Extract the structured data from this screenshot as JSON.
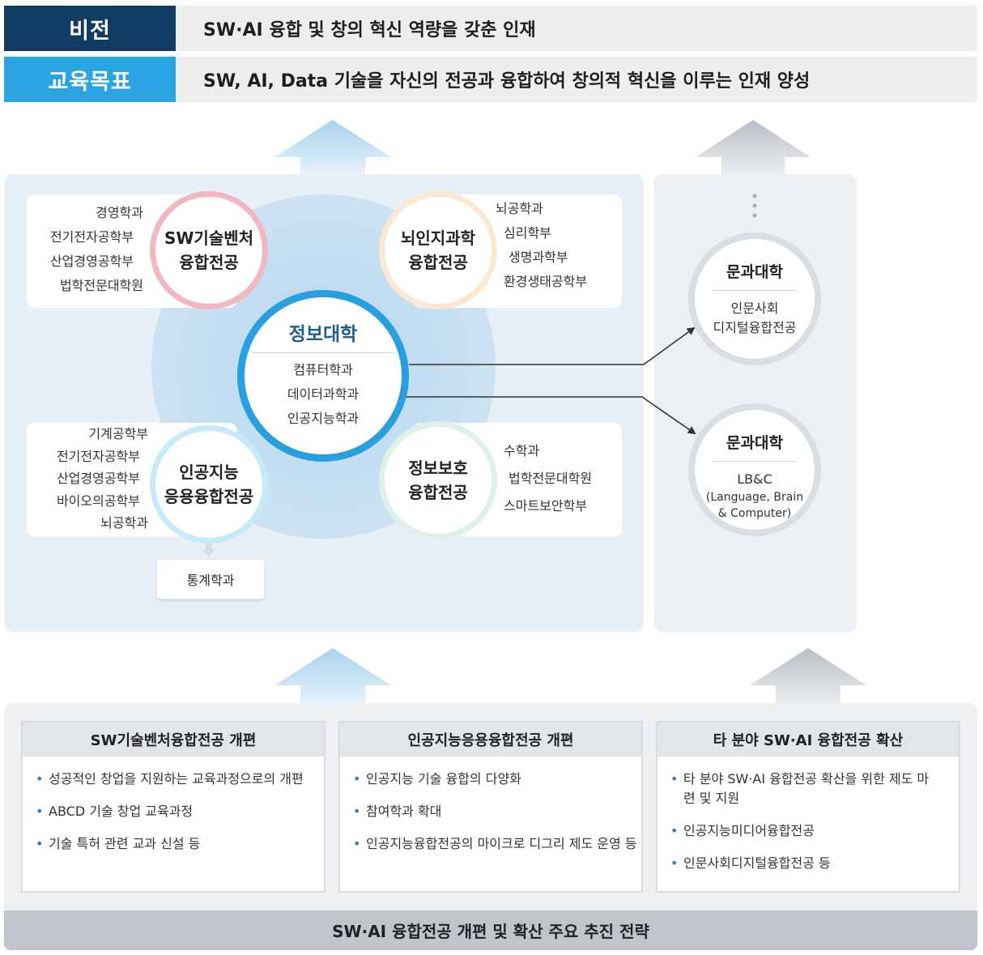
{
  "vision": {
    "tag": "비전",
    "text": "SW·AI 융합 및  창의 혁신 역량을 갖춘 인재"
  },
  "goal": {
    "tag": "교육목표",
    "text": "SW, AI, Data 기술을 자신의 전공과 융합하여 창의적 혁신을 이루는 인재 양성"
  },
  "center": {
    "title": "정보대학",
    "items": [
      "컴퓨터학과",
      "데이터과학과",
      "인공지능학과"
    ]
  },
  "sw_venture": {
    "line1": "SW기술벤처",
    "line2": "융합전공",
    "departments": [
      "경영학과",
      "전기전자공학부",
      "산업경영공학부",
      "법학전문대학원"
    ]
  },
  "brain": {
    "line1": "뇌인지과학",
    "line2": "융합전공",
    "departments": [
      "뇌공학과",
      "심리학부",
      "생명과학부",
      "환경생태공학부"
    ]
  },
  "ai_applied": {
    "line1": "인공지능",
    "line2": "응용융합전공",
    "departments": [
      "기계공학부",
      "전기전자공학부",
      "산업경영공학부",
      "바이오의공학부",
      "뇌공학과"
    ]
  },
  "security": {
    "line1": "정보보호",
    "line2": "융합전공",
    "departments": [
      "수학과",
      "법학전문대학원",
      "스마트보안학부"
    ]
  },
  "statistics": "통계학과",
  "humanities_1": {
    "title": "문과대학",
    "line1": "인문사회",
    "line2": "디지털융합전공"
  },
  "humanities_2": {
    "title": "문과대학",
    "line1": "LB&C",
    "line2": "(Language, Brain",
    "line3": "& Computer)"
  },
  "strategies": [
    {
      "title": "SW기술벤처융합전공 개편",
      "items": [
        "성공적인 창업을 지원하는 교육과정으로의 개편",
        "ABCD 기술 창업 교육과정",
        "기술 특허 관련 교과 신설 등"
      ]
    },
    {
      "title": "인공지능응용융합전공 개편",
      "items": [
        "인공지능 기술 융합의 다양화",
        "참여학과 확대",
        "인공지능융합전공의 마이크로 디그리 제도 운영 등"
      ]
    },
    {
      "title": "타 분야 SW·AI 융합전공 확산",
      "items": [
        "타 분야 SW·AI 융합전공 확산을 위한 제도 마련 및 지원",
        "인공지능미디어융합전공",
        "인문사회디지털융합전공 등"
      ]
    }
  ],
  "footer": "SW·AI 융합전공 개편 및 확산 주요 추진 전략",
  "colors": {
    "vision_tag": "#103c63",
    "goal_tag": "#2aa4e3",
    "center_ring": "#2a9fe0",
    "sw_ring": "#f3b8bf",
    "brain_ring": "#fbe8d2",
    "ai_ring": "#c7eaf8",
    "security_ring": "#dff1e6"
  }
}
